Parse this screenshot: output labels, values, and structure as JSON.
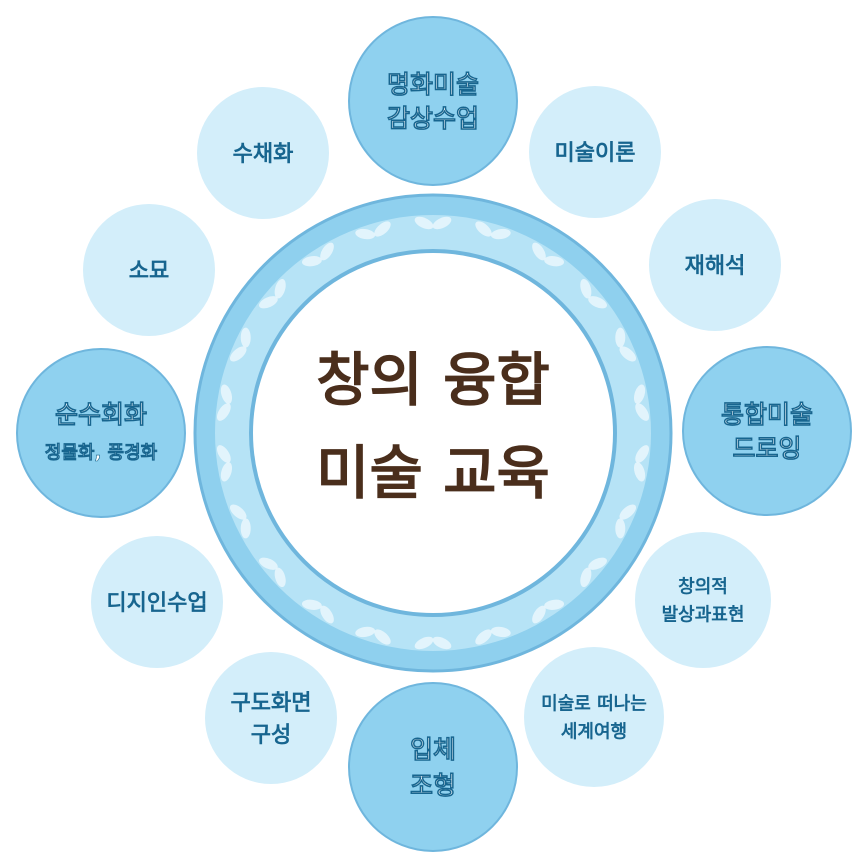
{
  "colors": {
    "dark_node": "#8fd1ef",
    "light_node": "#d3eefa",
    "node_text": "#17658f",
    "ring": "#8fd0ee",
    "ring_band": "#b6e3f6",
    "ring_outline": "#6fb6dd",
    "leaf": "#eaf7fd",
    "center_text": "#4a2e1c"
  },
  "center": {
    "line1": "창의 융합",
    "line2": "미술 교육"
  },
  "nodes": [
    {
      "id": "top",
      "style": "dark",
      "lines": [
        "명화미술",
        "감상수업"
      ]
    },
    {
      "id": "top-right-1",
      "style": "light",
      "lines": [
        "미술이론"
      ]
    },
    {
      "id": "top-right-2",
      "style": "light",
      "lines": [
        "재해석"
      ]
    },
    {
      "id": "right",
      "style": "dark",
      "lines": [
        "통합미술",
        "드로잉"
      ]
    },
    {
      "id": "bottom-right-2",
      "style": "light",
      "lines": [
        "창의적",
        "발상과표현"
      ]
    },
    {
      "id": "bottom-right-1",
      "style": "light",
      "lines": [
        "미술로 떠나는",
        "세계여행"
      ]
    },
    {
      "id": "bottom",
      "style": "dark",
      "lines": [
        "입체",
        "조형"
      ]
    },
    {
      "id": "bottom-left-1",
      "style": "light",
      "lines": [
        "구도화면",
        "구성"
      ]
    },
    {
      "id": "bottom-left-2",
      "style": "light",
      "lines": [
        "디지인수업"
      ]
    },
    {
      "id": "left",
      "style": "dark",
      "lines": [
        "순수회화",
        "정물화, 풍경화"
      ]
    },
    {
      "id": "top-left-2",
      "style": "light",
      "lines": [
        "소묘"
      ]
    },
    {
      "id": "top-left-1",
      "style": "light",
      "lines": [
        "수채화"
      ]
    }
  ]
}
